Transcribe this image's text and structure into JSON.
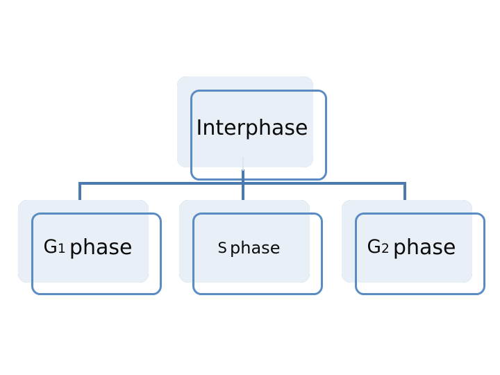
{
  "diagram": {
    "title": "Interphase stages hierarchy",
    "type": "hierarchy-tree",
    "colors": {
      "plate_fill": "#5183BD",
      "wash_fill": "#E9EFF6",
      "card_border": "#5B8BC3",
      "card_fill": "#FFFFFF",
      "connector": "#4A7AB0",
      "text": "#0A0A0A",
      "background": "#FFFFFF"
    },
    "root": {
      "id": "interphase",
      "label": "Interphase"
    },
    "children": [
      {
        "id": "g1",
        "label": "G1 phase",
        "base": "G",
        "subscript": "1",
        "suffix": "phase"
      },
      {
        "id": "s",
        "label": "S phase",
        "base": "S",
        "subscript": "",
        "suffix": "phase"
      },
      {
        "id": "g2",
        "label": "G2 phase",
        "base": "G",
        "subscript": "2",
        "suffix": "phase"
      }
    ]
  }
}
